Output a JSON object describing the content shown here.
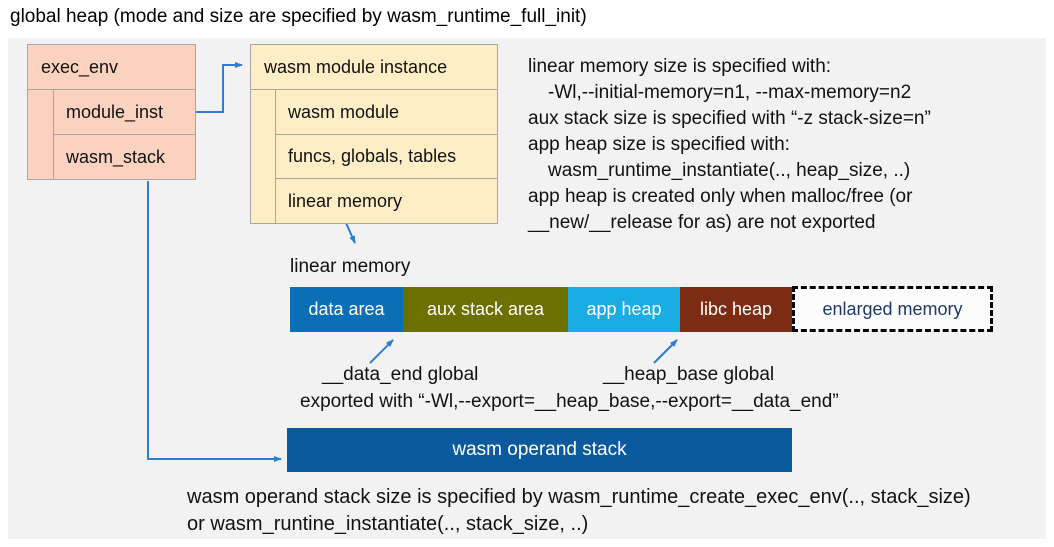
{
  "title": "global heap (mode and size are specified by wasm_runtime_full_init)",
  "exec_env_box": {
    "header": "exec_env",
    "rows": [
      "module_inst",
      "wasm_stack"
    ]
  },
  "module_instance_box": {
    "header": "wasm module instance",
    "rows": [
      "wasm module",
      "funcs, globals, tables",
      "linear memory"
    ]
  },
  "notes_right": {
    "lines": [
      "linear memory size is specified with:",
      "-Wl,--initial-memory=n1, --max-memory=n2",
      "aux stack size is specified with “-z stack-size=n”",
      "app heap size is specified with:",
      "wasm_runtime_instantiate(.., heap_size, ..)",
      "app heap is created only when malloc/free (or",
      "__new/__release for as) are not exported"
    ]
  },
  "linear_memory": {
    "label": "linear memory",
    "segments": [
      {
        "label": "data area",
        "color": "#0a6fb4",
        "text_color": "#ffffff"
      },
      {
        "label": "aux stack area",
        "color": "#6c7000",
        "text_color": "#ffffff"
      },
      {
        "label": "app heap",
        "color": "#1aade4",
        "text_color": "#ffffff"
      },
      {
        "label": "libc heap",
        "color": "#7c2c12",
        "text_color": "#ffffff"
      },
      {
        "label": "enlarged memory",
        "color": "#fcfcfc",
        "text_color": "#1f3864",
        "dashed": true
      }
    ]
  },
  "annotations": {
    "data_end": "__data_end global",
    "heap_base": "__heap_base global",
    "exported": "exported with “-Wl,--export=__heap_base,--export=__data_end”"
  },
  "operand_stack": {
    "label": "wasm operand stack"
  },
  "footer_lines": [
    "wasm operand stack size is specified by wasm_runtime_create_exec_env(.., stack_size)",
    "or wasm_runtine_instantiate(.., stack_size, ..)"
  ],
  "colors": {
    "panel_bg": "#f2f2f2",
    "box_salmon": "#fbd2c0",
    "box_cream": "#fdeec6",
    "border_gray": "#a6a6a6",
    "arrow_blue": "#2f7cd0",
    "operand_blue": "#0b5a9e",
    "navy_text": "#1f3864",
    "dash_black": "#000000"
  }
}
